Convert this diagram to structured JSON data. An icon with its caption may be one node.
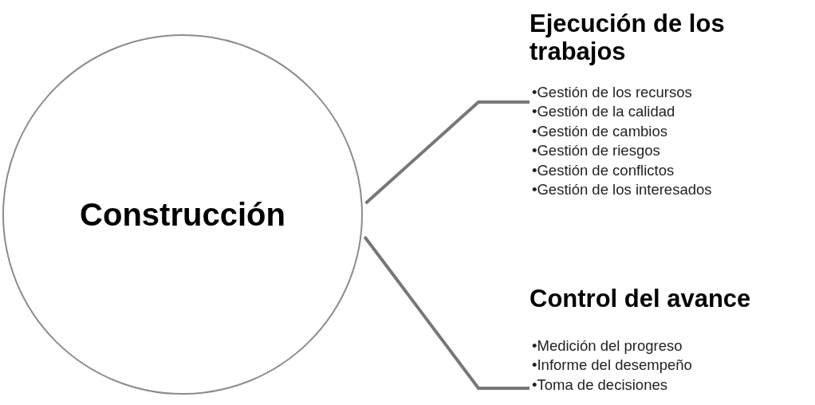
{
  "diagram": {
    "nodes": [
      {
        "text": [
          "Construcción"
        ]
      },
      {
        "text": [
          "Ejecución de los trabajos",
          "•Gestión de los recursos",
          "•Gestión de la calidad",
          "•Gestión de cambios",
          "•Gestión de riesgos",
          "•Gestión de conflictos",
          "•Gestión de los interesados"
        ]
      },
      {
        "text": [
          "Control del avance",
          "•Medición del progreso",
          "•Informe del desempeño",
          "•Toma de decisiones"
        ]
      }
    ],
    "edges": [
      {
        "from": 0,
        "to": 1,
        "arrow": "none"
      },
      {
        "from": 0,
        "to": 2,
        "arrow": "none"
      }
    ]
  }
}
